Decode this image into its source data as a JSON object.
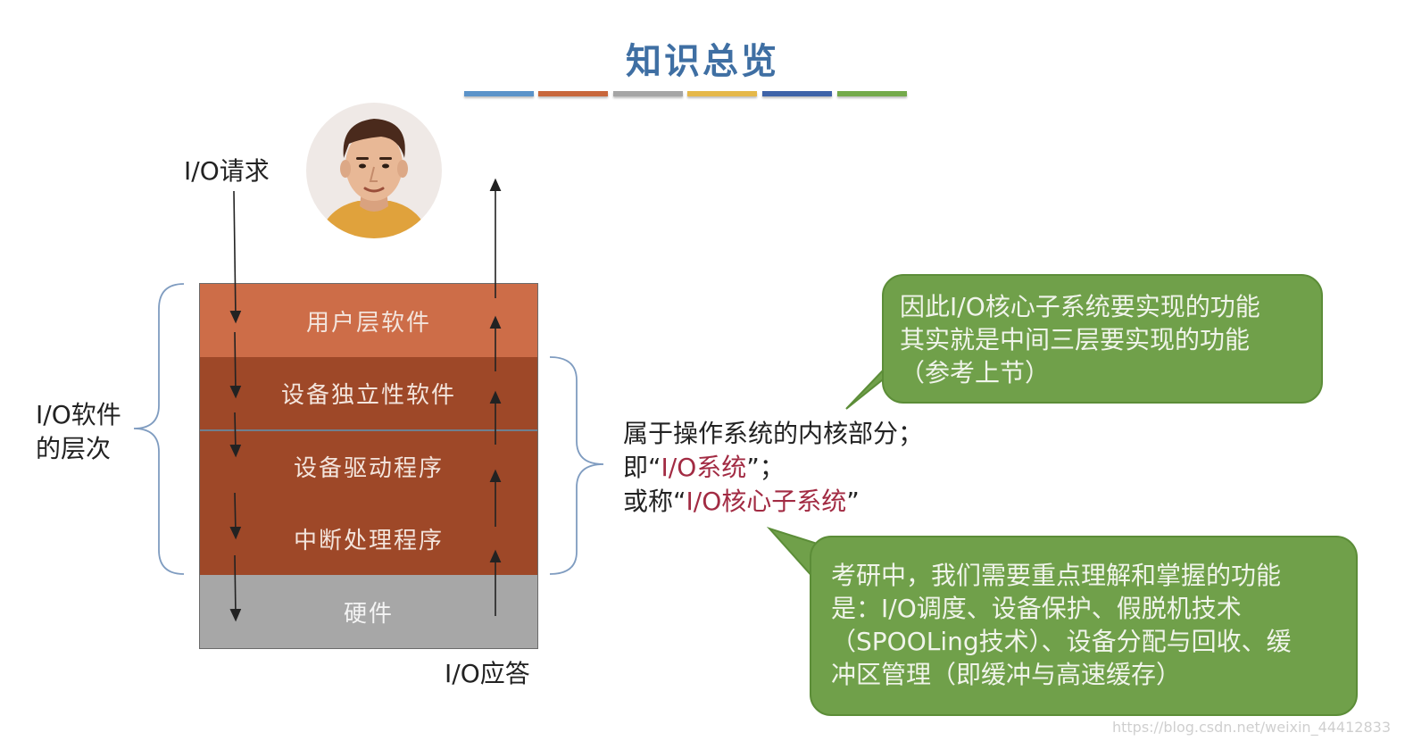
{
  "title": "知识总览",
  "underline_colors": [
    "#5b93c9",
    "#c8673c",
    "#a5a5a5",
    "#e5b84a",
    "#3e63a8",
    "#74aa4b"
  ],
  "layers": {
    "user_software": "用户层软件",
    "device_independent": "设备独立性软件",
    "device_driver": "设备驱动程序",
    "interrupt_handler": "中断处理程序",
    "hardware": "硬件"
  },
  "labels": {
    "io_request": "I/O请求",
    "io_response": "I/O应答",
    "io_levels_line1": "I/O软件",
    "io_levels_line2": "的层次"
  },
  "kernel_note": {
    "line1": "属于操作系统的内核部分；",
    "line2_prefix": "即“",
    "line2_highlight": "I/O系统",
    "line2_suffix": "”；",
    "line3_prefix": "或称“",
    "line3_highlight": "I/O核心子系统",
    "line3_suffix": "”"
  },
  "bubble_top": {
    "line1": "因此I/O核心子系统要实现的功能",
    "line2": "其实就是中间三层要实现的功能",
    "line3": "（参考上节）"
  },
  "bubble_bottom": {
    "line1": "考研中，我们需要重点理解和掌握的功能",
    "line2": "是：I/O调度、设备保护、假脱机技术",
    "line3": "（SPOOLing技术）、设备分配与回收、缓",
    "line4": "冲区管理（即缓冲与高速缓存）"
  },
  "watermark": "https://blog.csdn.net/weixin_44412833",
  "colors": {
    "title": "#3f6fa3",
    "user_layer": "#cd6d48",
    "middle_layers": "#9e4828",
    "hardware_layer": "#a7a7a7",
    "bubble": "#70a04a",
    "highlight_text": "#a22b43"
  },
  "icons": {
    "avatar": "man-avatar-icon"
  }
}
